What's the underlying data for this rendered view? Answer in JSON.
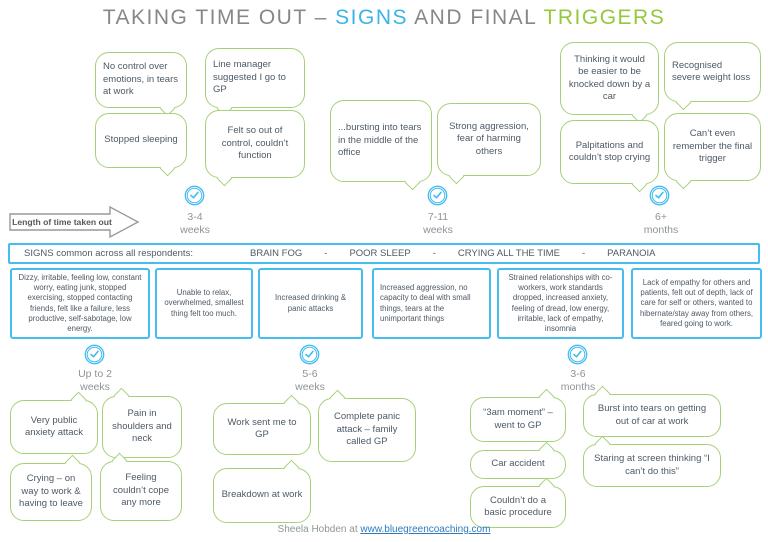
{
  "title": {
    "part1": "TAKING TIME OUT – ",
    "part2": "SIGNS",
    "part3": " AND FINAL ",
    "part4": "TRIGGERS"
  },
  "colors": {
    "accent_blue": "#3ab4e8",
    "accent_green": "#94c83d",
    "bubble_border_green": "#a6d17a",
    "box_border_blue": "#45bdef",
    "body_text": "#4d5a66",
    "muted_gray": "#8e9498",
    "link_blue": "#2e7bbf"
  },
  "arrow": {
    "label": "Length of time taken out"
  },
  "top_timeline": {
    "periods": [
      {
        "line1": "3-4",
        "line2": "weeks"
      },
      {
        "line1": "7-11",
        "line2": "weeks"
      },
      {
        "line1": "6+",
        "line2": "months"
      }
    ]
  },
  "top_bubbles": [
    {
      "text": "No control over emotions, in tears at work"
    },
    {
      "text": "Line manager suggested I go to GP"
    },
    {
      "text": "Stopped sleeping"
    },
    {
      "text": "Felt so out of control, couldn’t function"
    },
    {
      "text": "...bursting into tears in the middle of the office"
    },
    {
      "text": "Strong aggression, fear of harming others"
    },
    {
      "text": "Thinking it would be easier to be knocked down by a car"
    },
    {
      "text": "Recognised severe weight loss"
    },
    {
      "text": "Palpitations and couldn’t stop crying"
    },
    {
      "text": "Can’t even remember the final trigger"
    }
  ],
  "signs_bar": {
    "label": "SIGNS common across all respondents:",
    "separator": "-",
    "items": [
      "BRAIN FOG",
      "POOR SLEEP",
      "CRYING ALL THE TIME",
      "PARANOIA"
    ]
  },
  "sign_boxes": [
    {
      "text": "Dizzy, irritable, feeling low, constant worry, eating junk, stopped exercising, stopped contacting friends, felt like a failure, less productive, self-sabotage, low energy."
    },
    {
      "text": "Unable to relax, overwhelmed, smallest thing felt too much."
    },
    {
      "text": "Increased drinking & panic attacks"
    },
    {
      "text": "Increased aggression, no capacity to deal with small things, tears at the unimportant things"
    },
    {
      "text": "Strained relationships with co-workers, work standards dropped, increased anxiety, feeling of dread, low energy, irritable, lack of empathy, insomnia"
    },
    {
      "text": "Lack of empathy for others and patients, felt out of depth, lack of care for self or others, wanted to hibernate/stay away from others, feared going to work."
    }
  ],
  "bottom_timeline": {
    "periods": [
      {
        "line1": "Up to 2",
        "line2": "weeks"
      },
      {
        "line1": "5-6",
        "line2": "weeks"
      },
      {
        "line1": "3-6",
        "line2": "months"
      }
    ]
  },
  "bottom_bubbles": [
    {
      "text": "Very public anxiety attack"
    },
    {
      "text": "Pain in shoulders and neck"
    },
    {
      "text": "Crying – on way to work & having to leave"
    },
    {
      "text": "Feeling couldn’t cope any more"
    },
    {
      "text": "Work sent me to GP"
    },
    {
      "text": "Complete panic attack – family called GP"
    },
    {
      "text": "Breakdown at work"
    },
    {
      "text": "“3am moment” – went to GP"
    },
    {
      "text": "Burst into tears on getting out of car at work"
    },
    {
      "text": "Car accident"
    },
    {
      "text": "Staring at screen thinking “I can’t do this”"
    },
    {
      "text": "Couldn’t do a basic procedure"
    }
  ],
  "footer": {
    "prefix": "Sheela Hobden at ",
    "link": "www.bluegreencoaching.com"
  }
}
